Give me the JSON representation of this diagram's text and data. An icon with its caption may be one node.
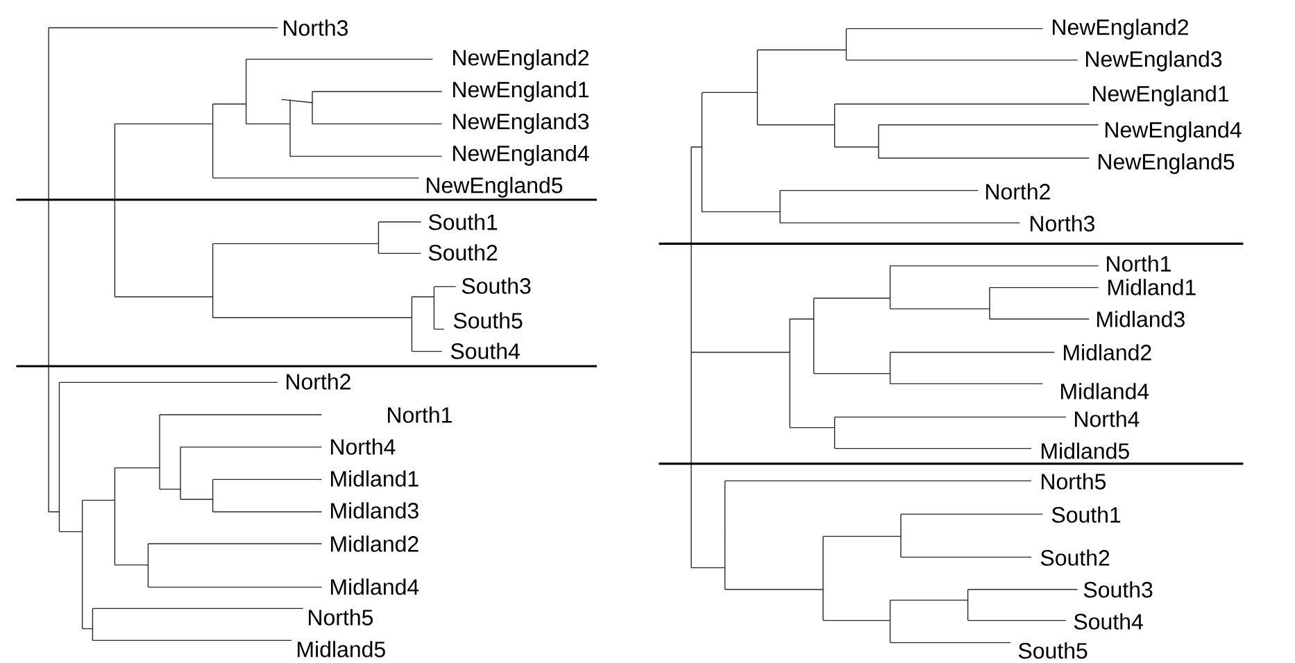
{
  "diagram": {
    "labels": [
      "North3",
      "NewEngland2",
      "NewEngland1",
      "NewEngland3",
      "NewEngland4",
      "NewEngland5",
      "South1",
      "South2",
      "South3",
      "South5",
      "South4",
      "North2",
      "North1",
      "North4",
      "Midland1",
      "Midland3",
      "Midland2",
      "Midland4",
      "North5",
      "Midland5",
      "NewEngland2",
      "NewEngland3",
      "NewEngland1",
      "NewEngland4",
      "NewEngland5",
      "North2",
      "North3",
      "North1",
      "Midland1",
      "Midland3",
      "Midland2",
      "Midland4",
      "North4",
      "Midland5",
      "North5",
      "South1",
      "South2",
      "South3",
      "South4",
      "South5"
    ]
  }
}
